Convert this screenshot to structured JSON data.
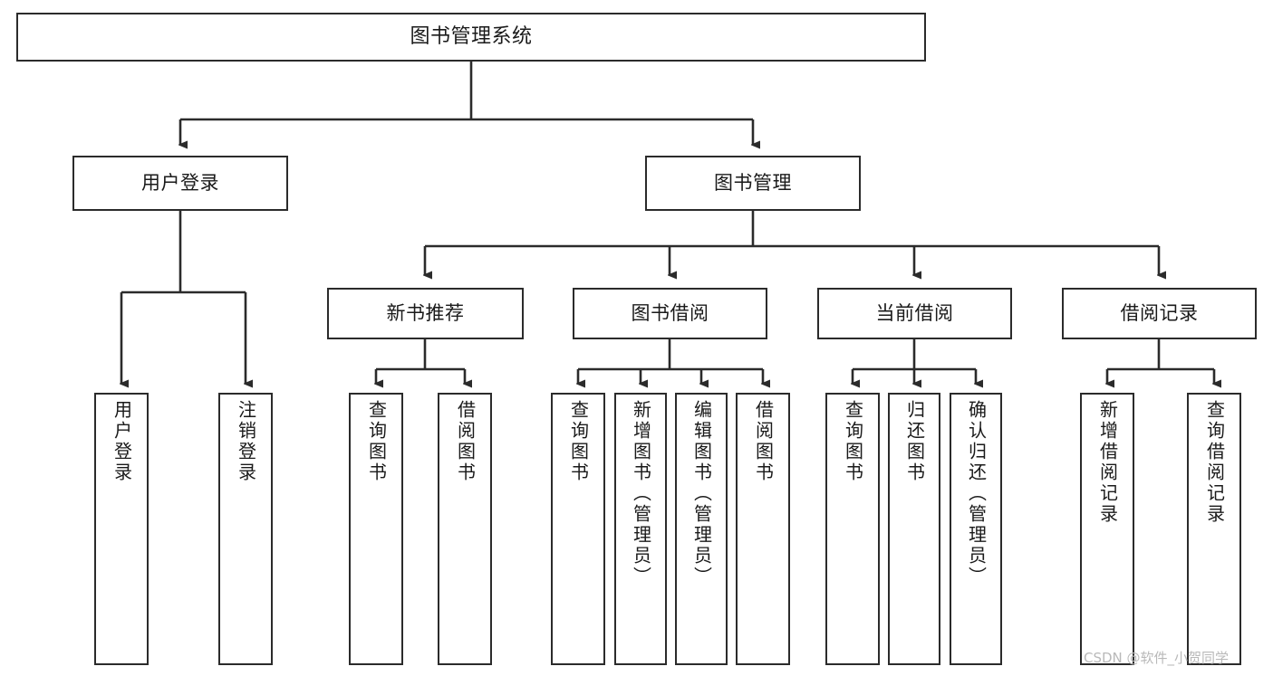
{
  "diagram": {
    "type": "tree",
    "title": "图书管理系统",
    "watermark": "CSDN @软件_小贺同学",
    "colors": {
      "stroke": "#2b2b2b",
      "fill": "#ffffff",
      "text": "#1a1a1a",
      "watermark": "#b9b9b9"
    },
    "root": {
      "label": "图书管理系统"
    },
    "level2": [
      {
        "label": "用户登录"
      },
      {
        "label": "图书管理"
      }
    ],
    "level3": [
      {
        "label": "新书推荐"
      },
      {
        "label": "图书借阅"
      },
      {
        "label": "当前借阅"
      },
      {
        "label": "借阅记录"
      }
    ],
    "leaves": {
      "user_login": [
        {
          "label": "用户登录"
        },
        {
          "label": "注销登录"
        }
      ],
      "new_book_recommend": [
        {
          "label": "查询图书"
        },
        {
          "label": "借阅图书"
        }
      ],
      "book_borrow": [
        {
          "label": "查询图书"
        },
        {
          "label": "新增图书（管理员）"
        },
        {
          "label": "编辑图书（管理员）"
        },
        {
          "label": "借阅图书"
        }
      ],
      "current_borrow": [
        {
          "label": "查询图书"
        },
        {
          "label": "归还图书"
        },
        {
          "label": "确认归还（管理员）"
        }
      ],
      "borrow_record": [
        {
          "label": "新增借阅记录"
        },
        {
          "label": "查询借阅记录"
        }
      ]
    }
  }
}
